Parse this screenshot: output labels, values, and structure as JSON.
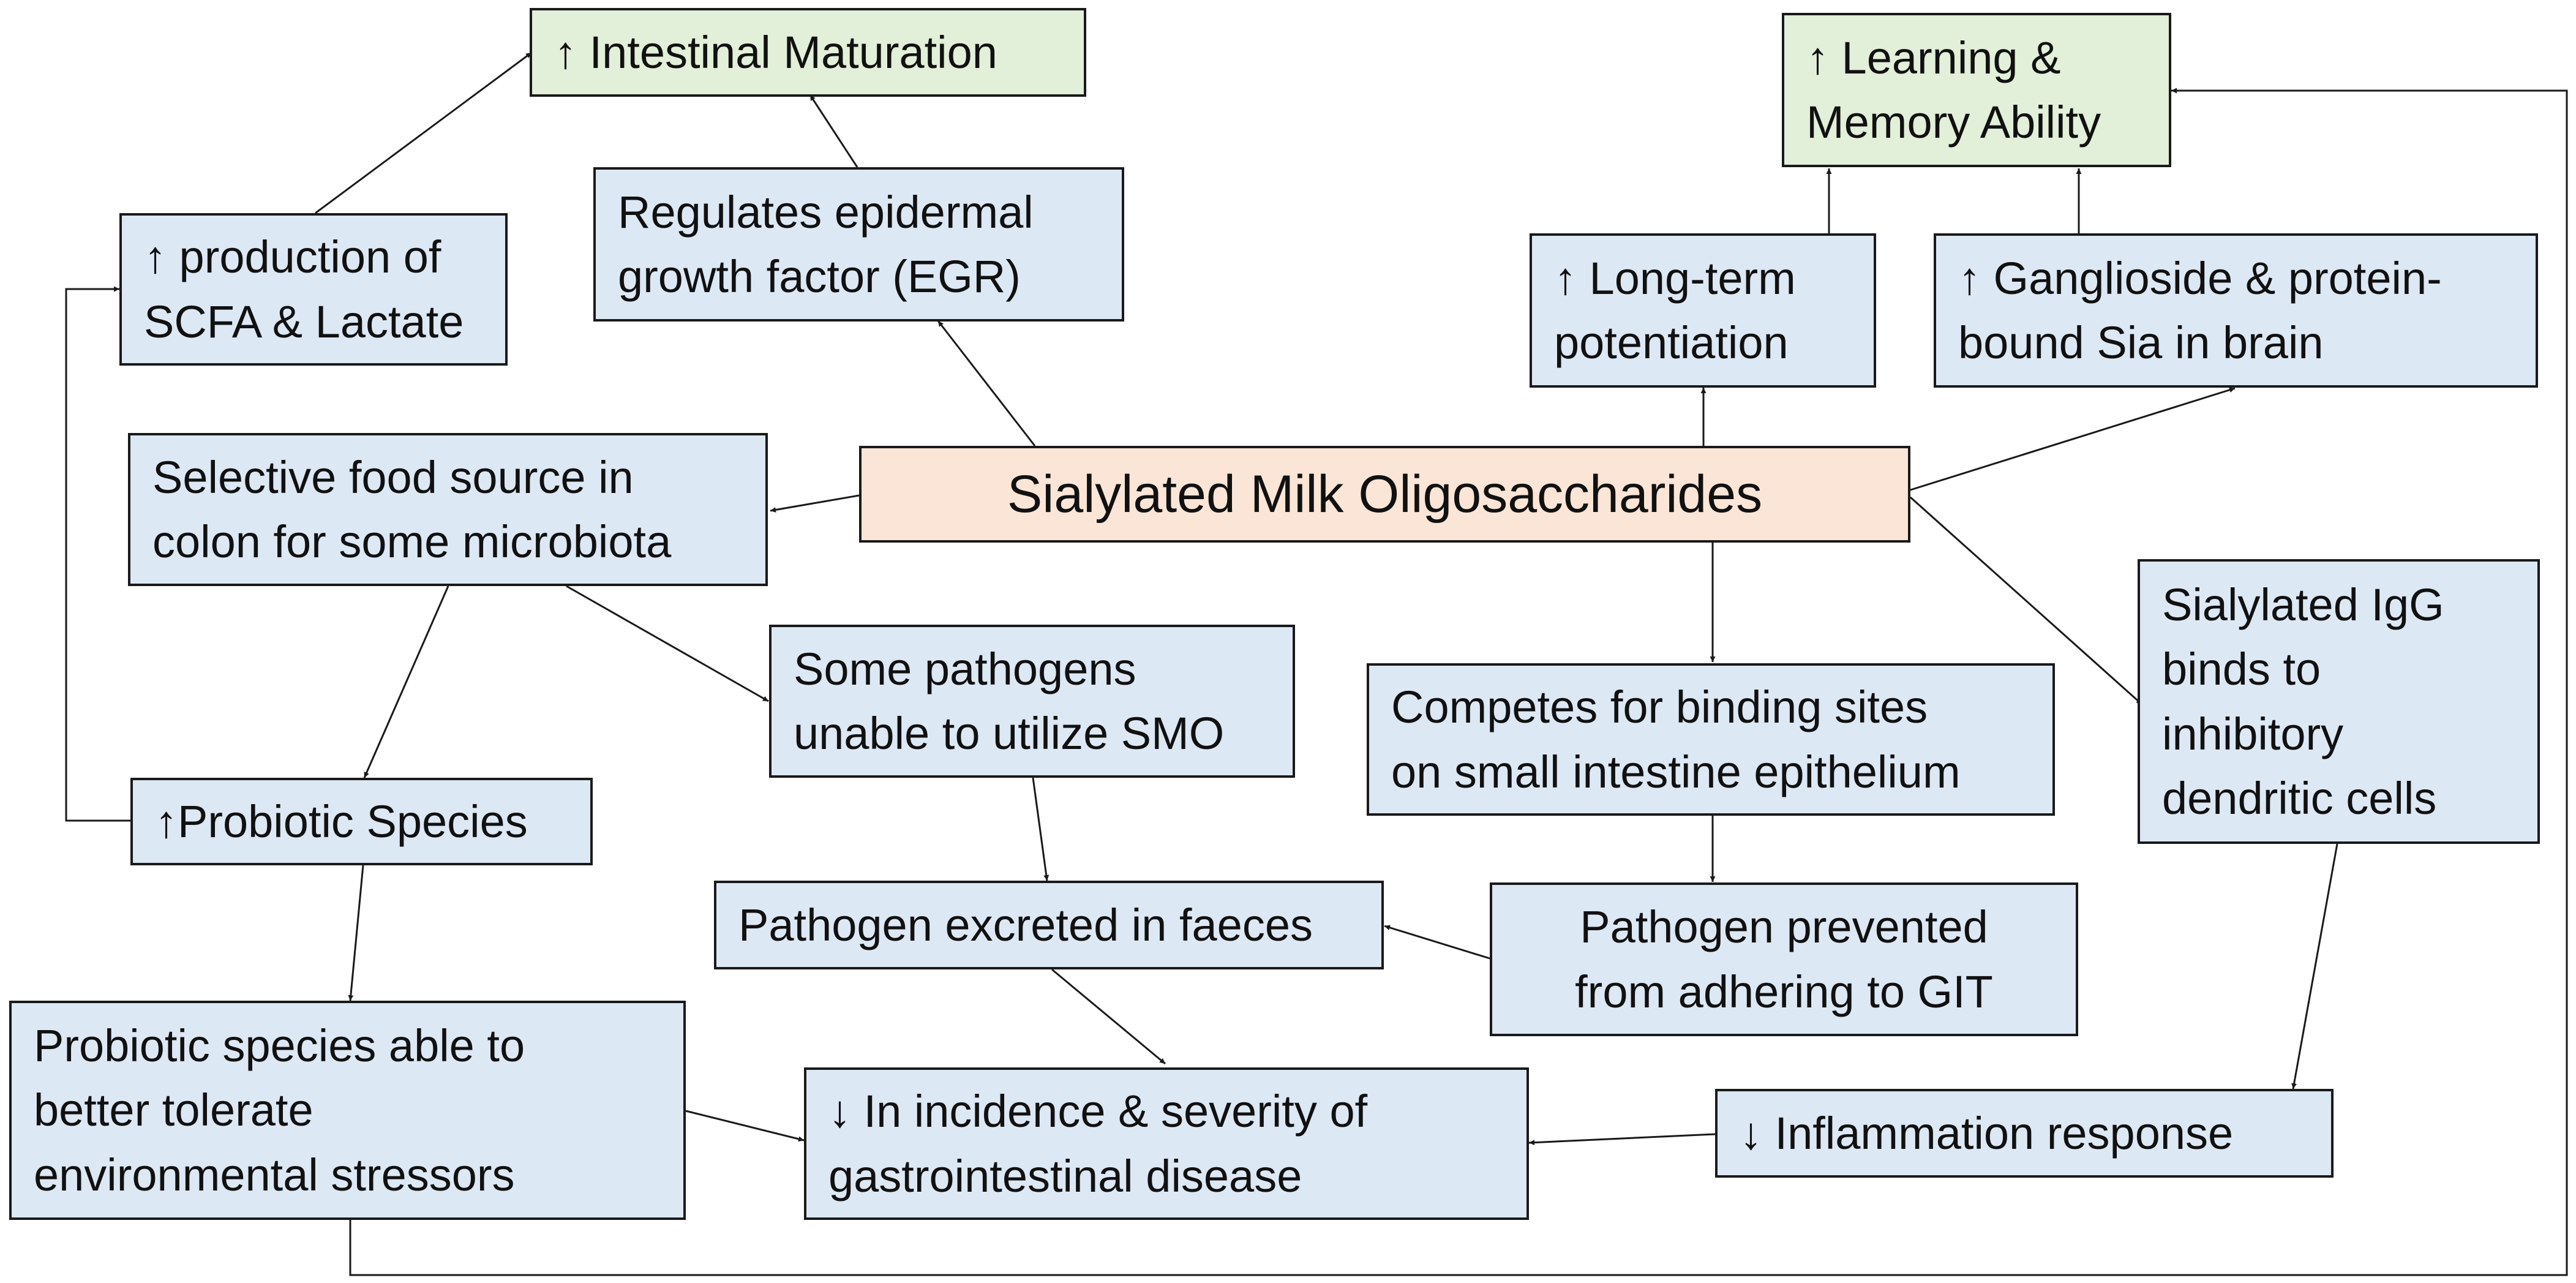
{
  "diagram": {
    "center": "Sialylated Milk Oligosaccharides",
    "intestinal_maturation": "↑ Intestinal Maturation",
    "learning_memory": [
      "↑ Learning &",
      "Memory Ability"
    ],
    "scfa": [
      "↑ production of",
      "SCFA & Lactate"
    ],
    "egf": [
      "Regulates epidermal",
      "growth factor (EGR)"
    ],
    "ltp": [
      "↑ Long-term",
      "potentiation"
    ],
    "ganglioside": [
      "↑ Ganglioside & protein-",
      "bound Sia in brain"
    ],
    "food_source": [
      "Selective food source in",
      "colon for some microbiota"
    ],
    "pathogens_unable": [
      "Some pathogens",
      "unable to utilize SMO"
    ],
    "competes": [
      "Competes for binding sites",
      "on small intestine epithelium"
    ],
    "igg": [
      "Sialylated IgG",
      "binds to",
      "inhibitory",
      "dendritic cells"
    ],
    "probiotic_species": "↑Probiotic Species",
    "excreted": "Pathogen excreted in faeces",
    "prevented": [
      "Pathogen prevented",
      "from adhering to GIT"
    ],
    "tolerate": [
      "Probiotic species able to",
      "better tolerate",
      "environmental stressors"
    ],
    "gi_disease": [
      "↓ In incidence & severity of",
      "gastrointestinal disease"
    ],
    "inflammation": "↓ Inflammation response",
    "colors": {
      "blue_box": "#dde8f5",
      "green_box": "#e2efd9",
      "peach_box": "#fbe5d6",
      "line": "#1a1a1a"
    }
  }
}
